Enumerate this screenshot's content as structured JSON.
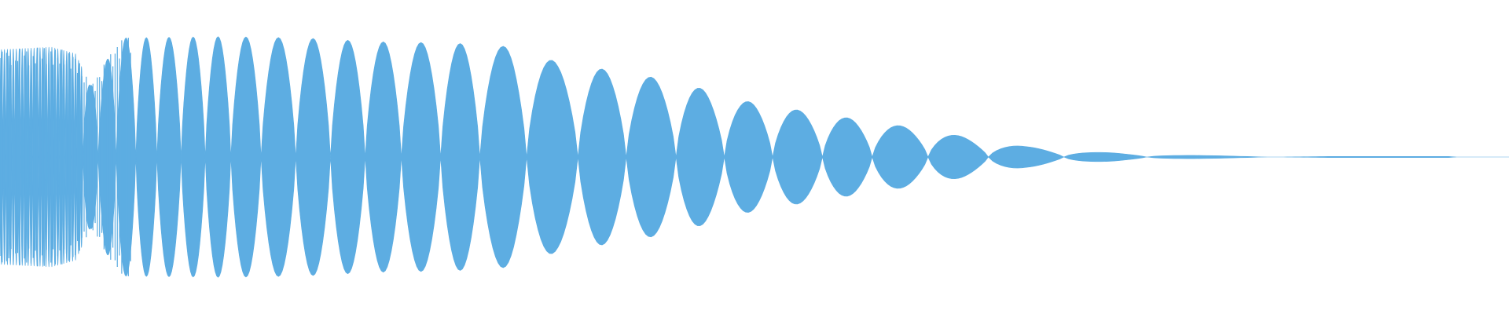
{
  "waveform": {
    "color": "#5dade2",
    "background": "#ffffff",
    "envelope": [
      [
        0.0,
        0.83
      ],
      [
        0.034,
        0.85
      ],
      [
        0.05,
        0.8
      ],
      [
        0.06,
        0.55
      ],
      [
        0.08,
        0.92
      ],
      [
        0.15,
        0.93
      ],
      [
        0.2,
        0.92
      ],
      [
        0.25,
        0.89
      ],
      [
        0.3,
        0.88
      ],
      [
        0.34,
        0.85
      ],
      [
        0.37,
        0.73
      ],
      [
        0.41,
        0.66
      ],
      [
        0.45,
        0.58
      ],
      [
        0.49,
        0.44
      ],
      [
        0.54,
        0.34
      ],
      [
        0.58,
        0.27
      ],
      [
        0.62,
        0.2
      ],
      [
        0.65,
        0.13
      ],
      [
        0.68,
        0.08
      ],
      [
        0.72,
        0.04
      ],
      [
        0.78,
        0.015
      ],
      [
        0.83,
        0.006
      ],
      [
        0.84,
        0.0
      ],
      [
        0.85,
        0.0
      ],
      [
        0.88,
        0.004
      ],
      [
        0.96,
        0.004
      ],
      [
        0.965,
        0.0
      ],
      [
        1.0,
        0.0
      ]
    ],
    "fast_segment_end": 0.055,
    "fast_lobes": 28,
    "lobes": [
      0.055,
      0.065,
      0.077,
      0.09,
      0.104,
      0.12,
      0.136,
      0.153,
      0.173,
      0.196,
      0.219,
      0.242,
      0.266,
      0.292,
      0.318,
      0.349,
      0.383,
      0.415,
      0.448,
      0.48,
      0.512,
      0.545,
      0.578,
      0.615,
      0.655,
      0.705,
      0.76,
      0.84
    ]
  }
}
